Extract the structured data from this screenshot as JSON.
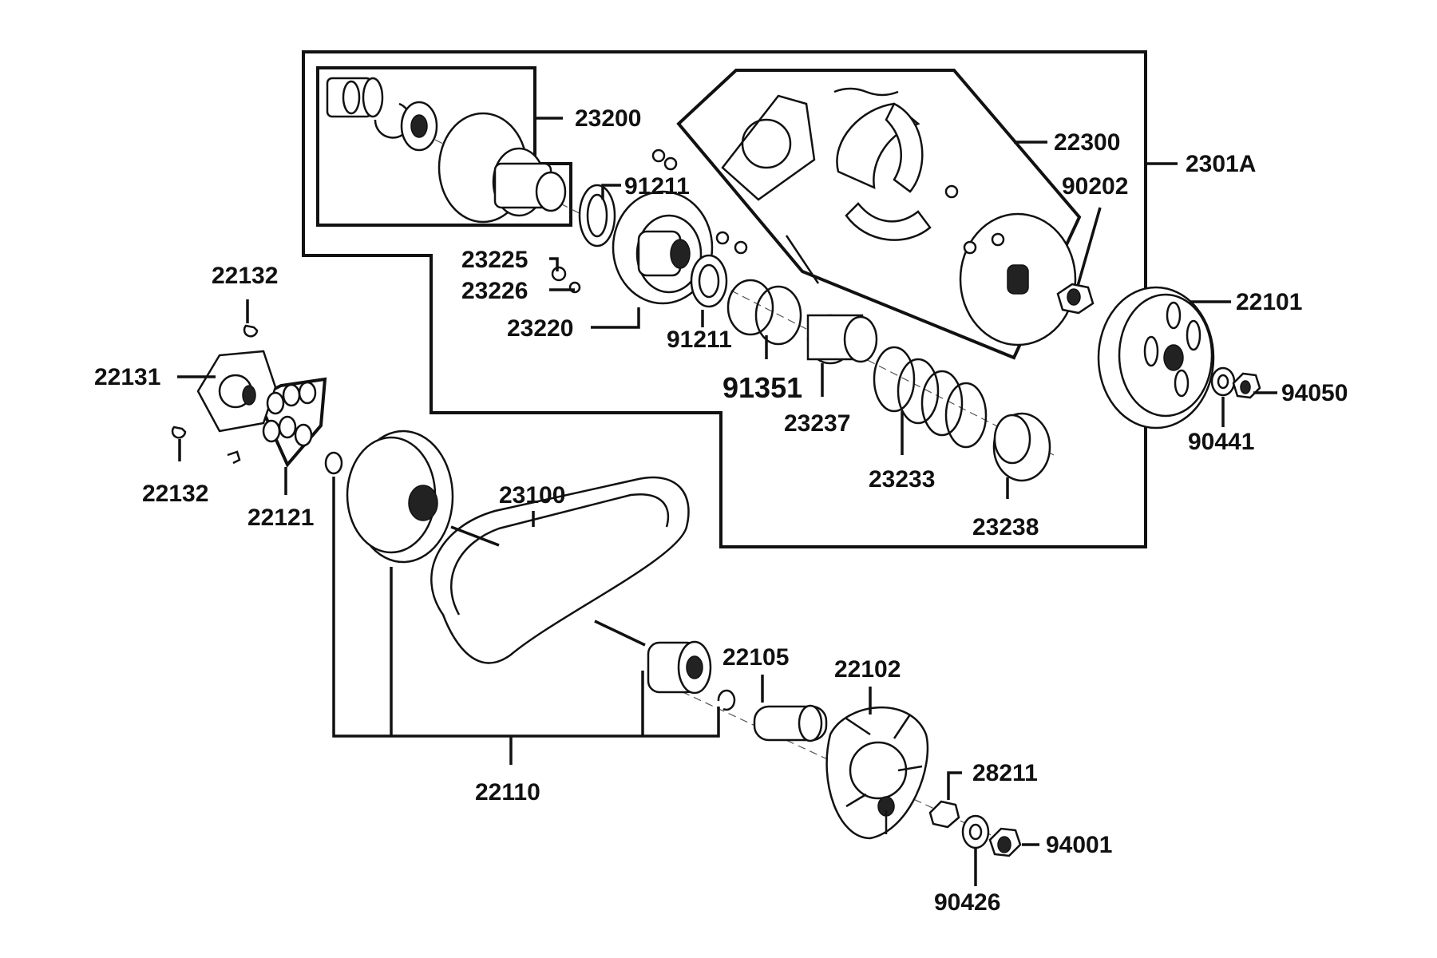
{
  "callouts": {
    "c23200": "23200",
    "c22300": "22300",
    "c2301A": "2301A",
    "c91211a": "91211",
    "c90202": "90202",
    "c23225": "23225",
    "c23226": "23226",
    "c23220": "23220",
    "c91211b": "91211",
    "c91351": "91351",
    "c23237": "23237",
    "c23233": "23233",
    "c23238": "23238",
    "c22101": "22101",
    "c94050": "94050",
    "c90441": "90441",
    "c22132a": "22132",
    "c22131": "22131",
    "c22132b": "22132",
    "c22121": "22121",
    "c23100": "23100",
    "c22105": "22105",
    "c22102": "22102",
    "c28211": "28211",
    "c94001": "94001",
    "c90426": "90426",
    "c22110": "22110"
  }
}
